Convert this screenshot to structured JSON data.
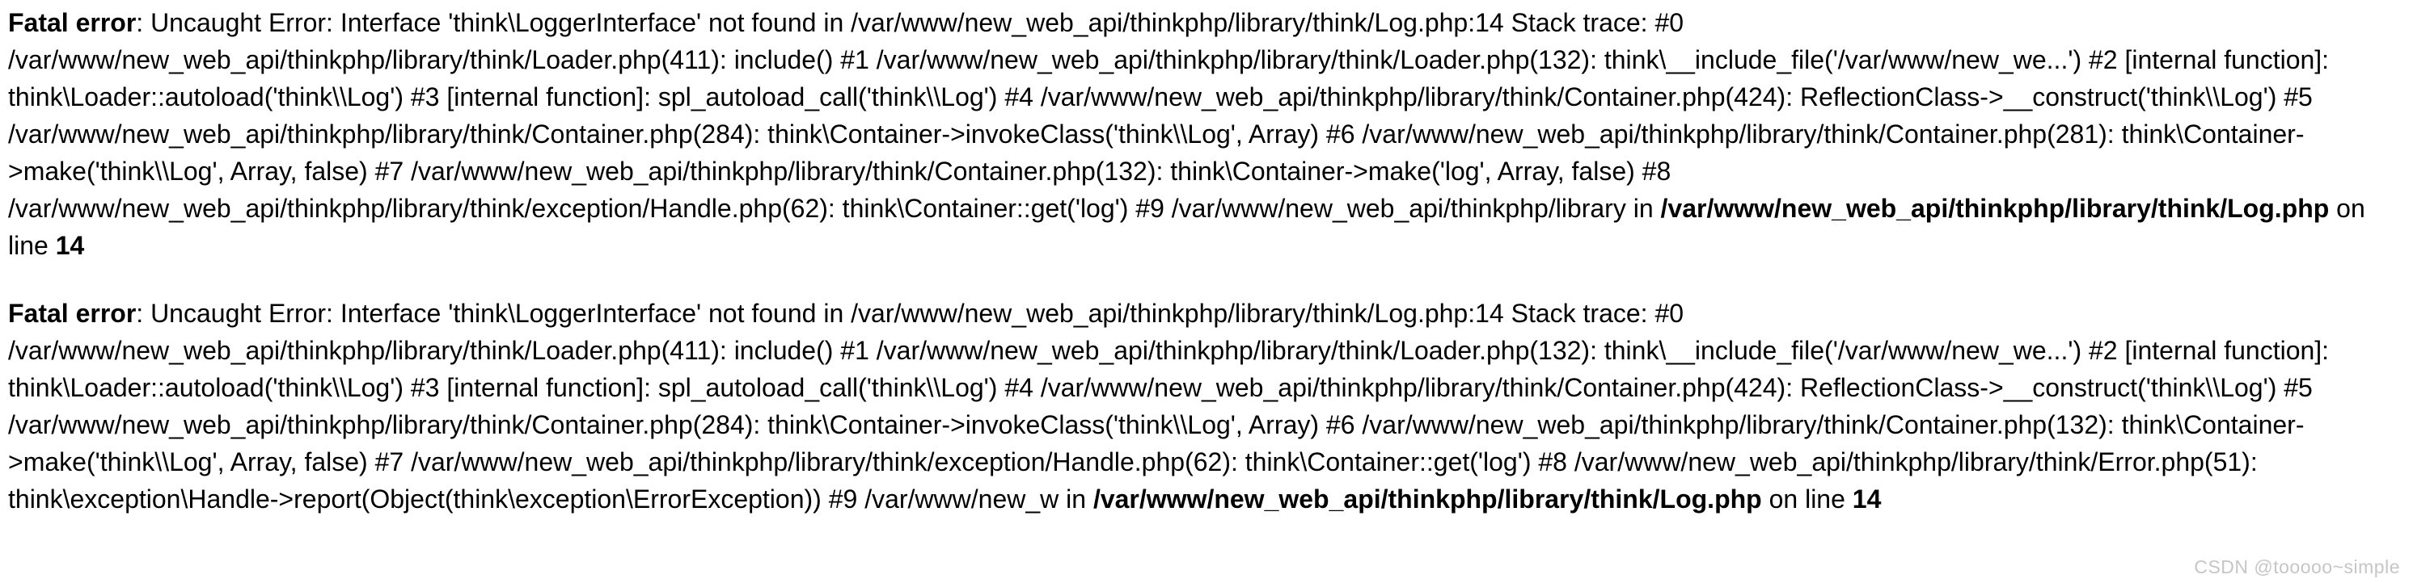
{
  "page": {
    "background_color": "#ffffff",
    "text_color": "#000000"
  },
  "errors": [
    {
      "level": "Fatal error",
      "message": ": Uncaught Error: Interface 'think\\LoggerInterface' not found in /var/www/new_web_api/thinkphp/library/think/Log.php:14 Stack trace: #0 /var/www/new_web_api/thinkphp/library/think/Loader.php(411): include() #1 /var/www/new_web_api/thinkphp/library/think/Loader.php(132): think\\__include_file('/var/www/new_we...') #2 [internal function]: think\\Loader::autoload('think\\\\Log') #3 [internal function]: spl_autoload_call('think\\\\Log') #4 /var/www/new_web_api/thinkphp/library/think/Container.php(424): ReflectionClass->__construct('think\\\\Log') #5 /var/www/new_web_api/thinkphp/library/think/Container.php(284): think\\Container->invokeClass('think\\\\Log', Array) #6 /var/www/new_web_api/thinkphp/library/think/Container.php(281): think\\Container->make('think\\\\Log', Array, false) #7 /var/www/new_web_api/thinkphp/library/think/Container.php(132): think\\Container->make('log', Array, false) #8 /var/www/new_web_api/thinkphp/library/think/exception/Handle.php(62): think\\Container::get('log') #9 /var/www/new_web_api/thinkphp/library in ",
      "file": "/var/www/new_web_api/thinkphp/library/think/Log.php",
      "on_line": " on line ",
      "line": "14"
    },
    {
      "level": "Fatal error",
      "message": ": Uncaught Error: Interface 'think\\LoggerInterface' not found in /var/www/new_web_api/thinkphp/library/think/Log.php:14 Stack trace: #0 /var/www/new_web_api/thinkphp/library/think/Loader.php(411): include() #1 /var/www/new_web_api/thinkphp/library/think/Loader.php(132): think\\__include_file('/var/www/new_we...') #2 [internal function]: think\\Loader::autoload('think\\\\Log') #3 [internal function]: spl_autoload_call('think\\\\Log') #4 /var/www/new_web_api/thinkphp/library/think/Container.php(424): ReflectionClass->__construct('think\\\\Log') #5 /var/www/new_web_api/thinkphp/library/think/Container.php(284): think\\Container->invokeClass('think\\\\Log', Array) #6 /var/www/new_web_api/thinkphp/library/think/Container.php(132): think\\Container->make('think\\\\Log', Array, false) #7 /var/www/new_web_api/thinkphp/library/think/exception/Handle.php(62): think\\Container::get('log') #8 /var/www/new_web_api/thinkphp/library/think/Error.php(51): think\\exception\\Handle->report(Object(think\\exception\\ErrorException)) #9 /var/www/new_w in ",
      "file": "/var/www/new_web_api/thinkphp/library/think/Log.php",
      "on_line": " on line ",
      "line": "14"
    }
  ],
  "watermark": {
    "text": "CSDN @tooooo~simple",
    "color": "#c6c6c6"
  }
}
